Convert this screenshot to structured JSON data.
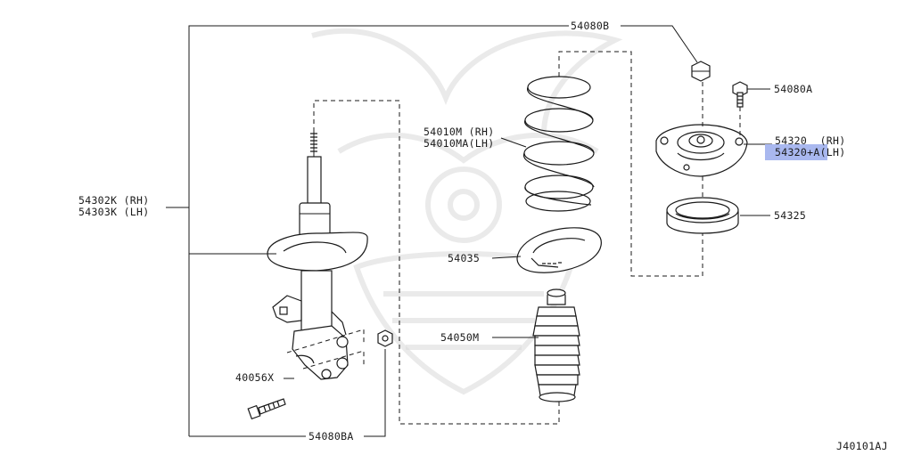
{
  "diagram_id": "J40101AJ",
  "highlight_color": "#a9b8ef",
  "labels": {
    "p54080B": "54080B",
    "p54080A": "54080A",
    "p54010M": "54010M (RH)",
    "p54010MA": "54010MA(LH)",
    "p54320_rh": "54320  (RH)",
    "p54320A_lh": "54320+A(LH)",
    "p54325": "54325",
    "p54302K": "54302K (RH)",
    "p54303K": "54303K (LH)",
    "p54035": "54035",
    "p54050M": "54050M",
    "p40056X": "40056X",
    "p54080BA": "54080BA"
  }
}
